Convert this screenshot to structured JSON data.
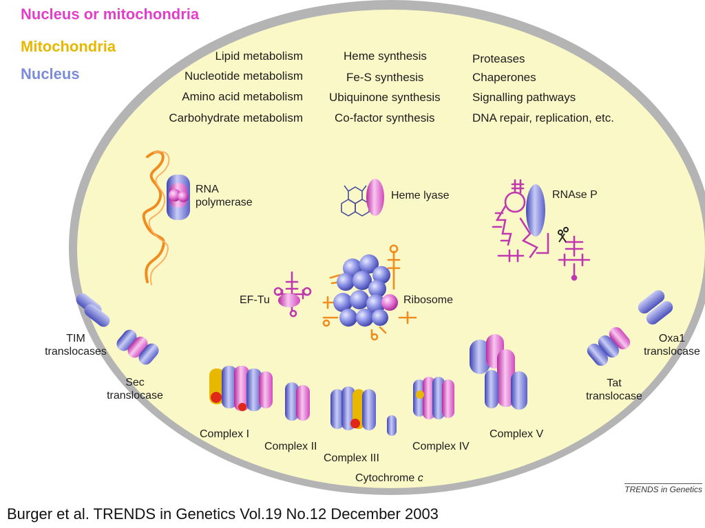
{
  "colors": {
    "nucleus_or_mito": "#e040c8",
    "mitochondria": "#e8b800",
    "nucleus": "#7b8cd8",
    "membrane": "#a8a8a8",
    "matrix": "#fbf8c8",
    "protein_blue": "#6c72d8",
    "protein_pink": "#e46ad8",
    "rna_orange": "#f08c1e",
    "rna_magenta": "#c038b0"
  },
  "legend": {
    "nucleus_or_mito": "Nucleus or mitochondria",
    "mitochondria": "Mitochondria",
    "nucleus": "Nucleus"
  },
  "functions": {
    "col1": [
      "Lipid metabolism",
      "Nucleotide metabolism",
      "Amino acid metabolism",
      "Carbohydrate metabolism"
    ],
    "col2": [
      "Heme synthesis",
      "Fe-S synthesis",
      "Ubiquinone synthesis",
      "Co-factor synthesis"
    ],
    "col3": [
      "Proteases",
      "Chaperones",
      "Signalling pathways",
      "DNA repair, replication, etc."
    ]
  },
  "labels": {
    "rna_polymerase": [
      "RNA",
      "polymerase"
    ],
    "heme_lyase": "Heme lyase",
    "rnase_p": "RNAse P",
    "ef_tu": "EF-Tu",
    "ribosome": "Ribosome",
    "tim": [
      "TIM",
      "translocases"
    ],
    "sec": [
      "Sec",
      "translocase"
    ],
    "complex_i": "Complex I",
    "complex_ii": "Complex II",
    "complex_iii": "Complex III",
    "complex_iv": "Complex IV",
    "complex_v": "Complex V",
    "cytochrome": "Cytochrome ",
    "cytochrome_c": "c",
    "tat": [
      "Tat",
      "translocase"
    ],
    "oxa1": [
      "Oxa1",
      "translocase"
    ]
  },
  "source": "TRENDS in Genetics",
  "citation": "Burger et al. TRENDS in Genetics Vol.19 No.12 December 2003"
}
